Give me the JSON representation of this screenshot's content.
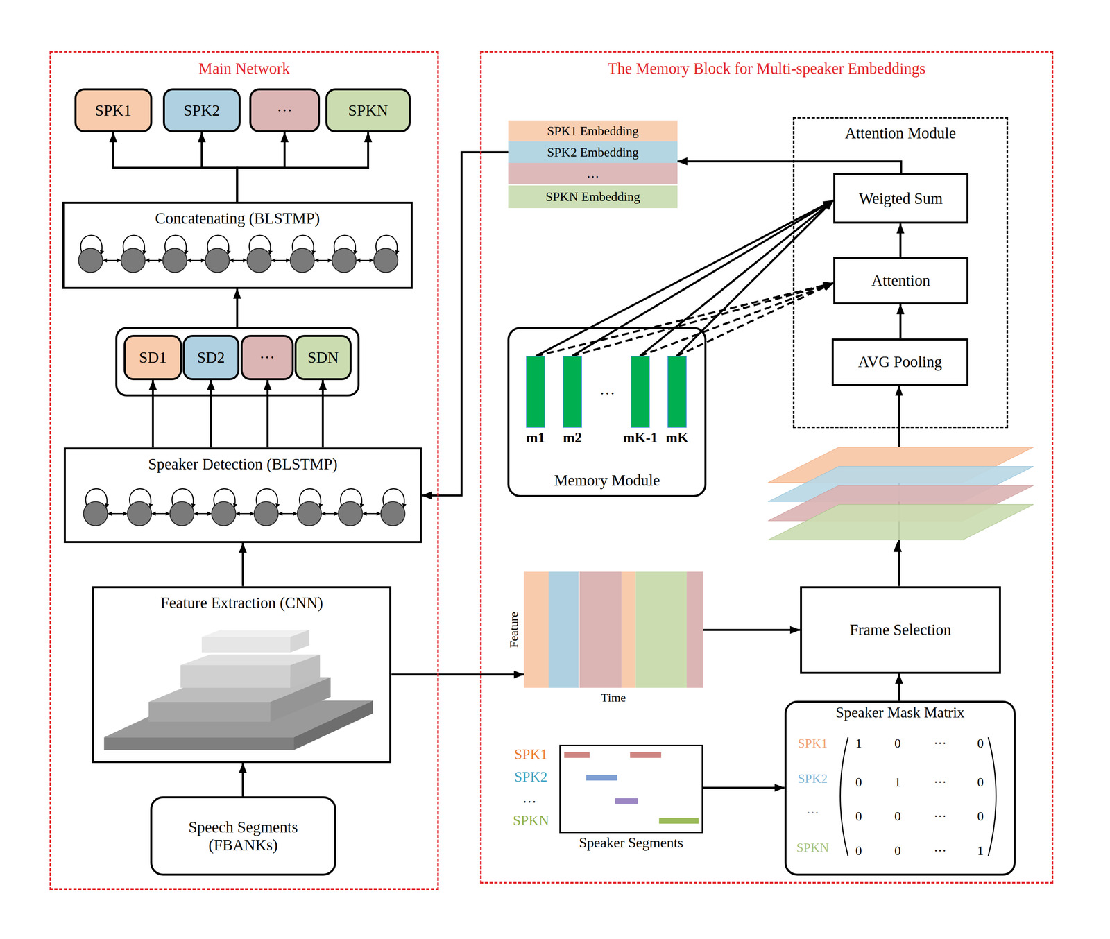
{
  "diagram": {
    "nodes": [
      {
        "text": [
          "Main Network"
        ]
      },
      {
        "text": [
          "SPK1"
        ],
        "in": 0
      },
      {
        "text": [
          "SPK2"
        ],
        "in": 0
      },
      {
        "text": [
          "···"
        ],
        "in": 0
      },
      {
        "text": [
          "SPKN"
        ],
        "in": 0
      },
      {
        "text": [
          "Concatenating (BLSTMP)"
        ],
        "in": 0
      },
      {
        "text": [],
        "in": 0
      },
      {
        "text": [
          "SD1"
        ],
        "in": 6
      },
      {
        "text": [
          "SD2"
        ],
        "in": 6
      },
      {
        "text": [
          "···"
        ],
        "in": 6
      },
      {
        "text": [
          "SDN"
        ],
        "in": 6
      },
      {
        "text": [
          "Speaker Detection (BLSTMP)"
        ],
        "in": 0
      },
      {
        "text": [
          "Feature Extraction (CNN)"
        ],
        "in": 0
      },
      {
        "text": [
          "Speech Segments (FBANKs)"
        ],
        "in": 0
      },
      {
        "text": [
          "The Memory Block for Multi-speaker Embeddings"
        ]
      },
      {
        "text": [
          "SPK1 Embedding"
        ],
        "in": 14
      },
      {
        "text": [
          "SPK2 Embedding"
        ],
        "in": 14
      },
      {
        "text": [
          "…"
        ],
        "in": 14
      },
      {
        "text": [
          "SPKN Embedding"
        ],
        "in": 14
      },
      {
        "text": [
          "Attention Module"
        ],
        "in": 14
      },
      {
        "text": [
          "Weigted Sum"
        ],
        "in": 19
      },
      {
        "text": [
          "Attention"
        ],
        "in": 19
      },
      {
        "text": [
          "AVG Pooling"
        ],
        "in": 19
      },
      {
        "text": [
          "Memory Module"
        ],
        "in": 14
      },
      {
        "text": [
          "m1"
        ],
        "in": 23
      },
      {
        "text": [
          "m2"
        ],
        "in": 23
      },
      {
        "text": [
          "mK-1"
        ],
        "in": 23
      },
      {
        "text": [
          "mK"
        ],
        "in": 23
      },
      {
        "text": [
          "Feature",
          "Time"
        ],
        "in": 14
      },
      {
        "text": [
          "Frame Selection"
        ],
        "in": 14
      },
      {
        "text": [
          "Speaker Segments"
        ],
        "in": 14
      },
      {
        "text": [
          "Speaker Mask Matrix"
        ],
        "in": 14
      }
    ],
    "edges": [
      {
        "from": 13,
        "to": 12,
        "arrow": "to"
      },
      {
        "from": 12,
        "to": 11,
        "arrow": "to"
      },
      {
        "from": 11,
        "to": 7,
        "arrow": "to"
      },
      {
        "from": 11,
        "to": 8,
        "arrow": "to"
      },
      {
        "from": 11,
        "to": 9,
        "arrow": "to"
      },
      {
        "from": 11,
        "to": 10,
        "arrow": "to"
      },
      {
        "from": 6,
        "to": 5,
        "arrow": "to"
      },
      {
        "from": 5,
        "to": 1,
        "arrow": "to"
      },
      {
        "from": 5,
        "to": 2,
        "arrow": "to"
      },
      {
        "from": 5,
        "to": 3,
        "arrow": "to"
      },
      {
        "from": 5,
        "to": 4,
        "arrow": "to"
      },
      {
        "from": 12,
        "to": 28,
        "arrow": "to"
      },
      {
        "from": 28,
        "to": 29,
        "arrow": "to"
      },
      {
        "from": 30,
        "to": 31,
        "arrow": "to"
      },
      {
        "from": 31,
        "to": 29,
        "arrow": "to"
      },
      {
        "from": 29,
        "to": 22,
        "arrow": "to"
      },
      {
        "from": 22,
        "to": 21,
        "arrow": "to"
      },
      {
        "from": 21,
        "to": 20,
        "arrow": "to"
      },
      {
        "from": 24,
        "to": 20,
        "arrow": "to"
      },
      {
        "from": 25,
        "to": 20,
        "arrow": "to"
      },
      {
        "from": 26,
        "to": 20,
        "arrow": "to"
      },
      {
        "from": 27,
        "to": 20,
        "arrow": "to"
      },
      {
        "from": 24,
        "to": 21,
        "arrow": "to"
      },
      {
        "from": 25,
        "to": 21,
        "arrow": "to"
      },
      {
        "from": 26,
        "to": 21,
        "arrow": "to"
      },
      {
        "from": 27,
        "to": 21,
        "arrow": "to"
      },
      {
        "from": 20,
        "to": 16,
        "arrow": "to"
      },
      {
        "from": 16,
        "to": 11,
        "arrow": "to"
      }
    ],
    "labels": [
      "…",
      "SPK1",
      "SPK2",
      "…",
      "SPKN",
      "SPK1",
      "SPK2",
      "···",
      "SPKN",
      "1",
      "0",
      "···",
      "0",
      "0",
      "1",
      "···",
      "0",
      "0",
      "0",
      "···",
      "0",
      "0",
      "0",
      "···",
      "1"
    ]
  }
}
